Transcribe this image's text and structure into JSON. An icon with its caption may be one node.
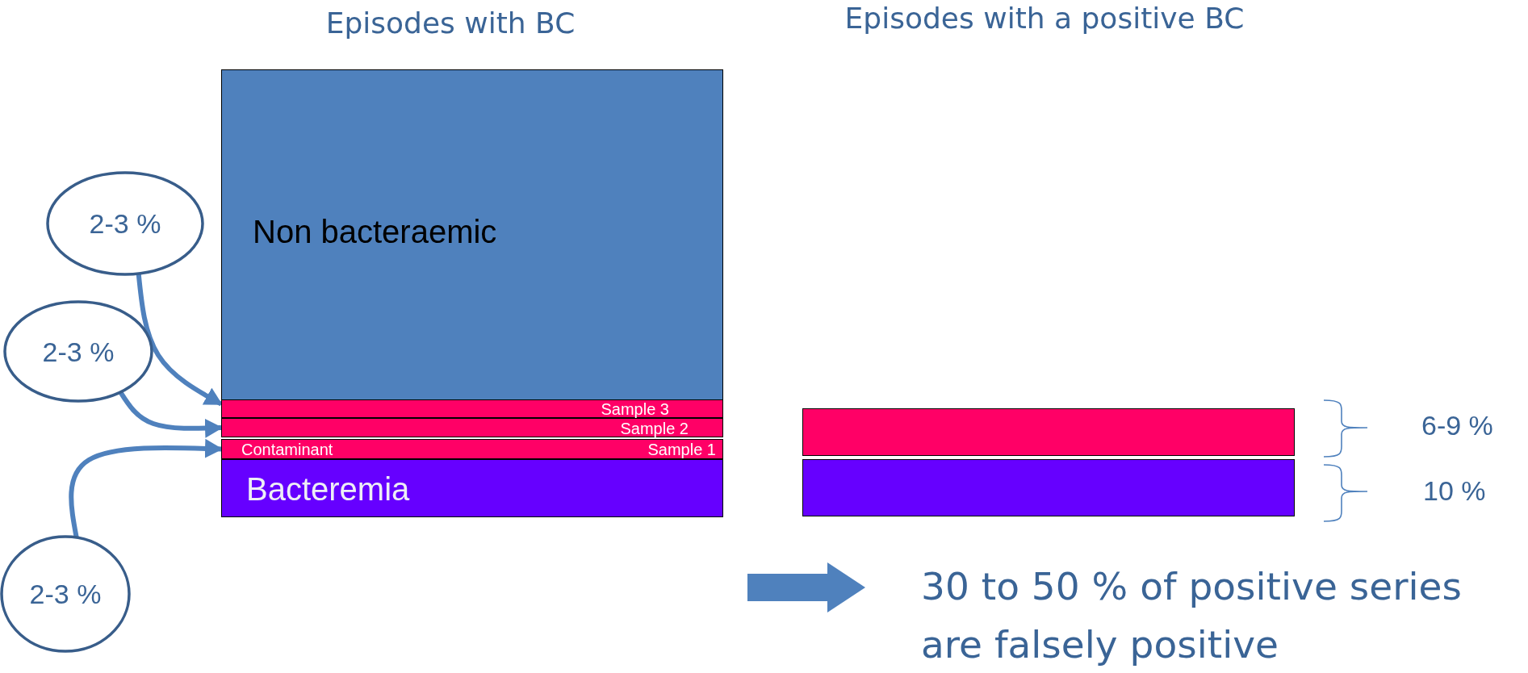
{
  "diagram": {
    "nodes": [
      {
        "text": [
          "Non bacteraemic"
        ]
      },
      {
        "text": [
          "Sample 3"
        ]
      },
      {
        "text": [
          "Sample 2"
        ]
      },
      {
        "text": [
          "Contaminant",
          "Sample 1"
        ]
      },
      {
        "text": [
          "Bacteremia"
        ]
      },
      {
        "text": [
          "2-3 %"
        ]
      },
      {
        "text": [
          "2-3 %"
        ]
      },
      {
        "text": [
          "2-3 %"
        ]
      },
      {
        "text": [],
        "shape": "bar"
      },
      {
        "text": [],
        "shape": "bar"
      },
      {
        "text": [
          "30 to 50 % of positive series are falsely positive"
        ]
      }
    ],
    "edges": [
      {
        "from": 5,
        "to": 1,
        "arrow": "to"
      },
      {
        "from": 6,
        "to": 2,
        "arrow": "to"
      },
      {
        "from": 7,
        "to": 3,
        "arrow": "to"
      },
      {
        "from": null,
        "to": 10,
        "arrow": "to",
        "style": "thick"
      }
    ],
    "labels": [
      "Episodes with BC",
      "Episodes with a positive BC",
      "6-9 %",
      "10 %"
    ]
  }
}
